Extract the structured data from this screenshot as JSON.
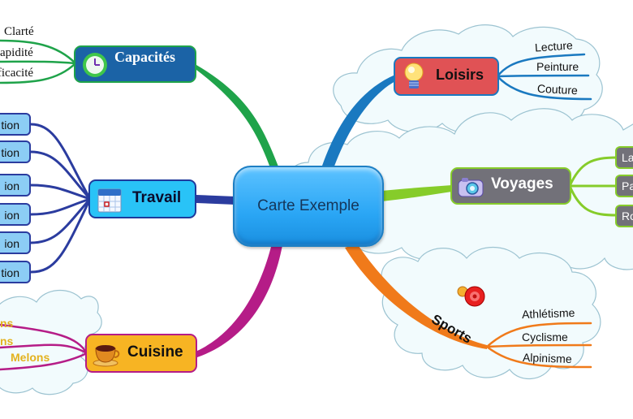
{
  "central": {
    "label": "Carte Exemple"
  },
  "branches": {
    "capacites": {
      "label": "Capacités",
      "icon": "clock-icon",
      "color": "#1fa34a",
      "children": [
        "Clarté",
        "Rapidité",
        "Efficacité"
      ]
    },
    "travail": {
      "label": "Travail",
      "icon": "calendar-icon",
      "color": "#2b3c9f",
      "children": [
        "tion",
        "tion",
        "ion",
        "ion",
        "ion",
        "tion"
      ]
    },
    "cuisine": {
      "label": "Cuisine",
      "icon": "coffee-cup-icon",
      "color": "#b51c87",
      "children": [
        "ns",
        "ns",
        "Melons"
      ]
    },
    "loisirs": {
      "label": "Loisirs",
      "icon": "lightbulb-icon",
      "color": "#1a79c0",
      "children": [
        "Lecture",
        "Peinture",
        "Couture"
      ]
    },
    "voyages": {
      "label": "Voyages",
      "icon": "camera-icon",
      "color": "#86cc2a",
      "children": [
        "La",
        "Pa",
        "Ro"
      ]
    },
    "sports": {
      "label": "Sports",
      "icon": "bell-icon",
      "color": "#f07a1a",
      "children": [
        "Athlétisme",
        "Cyclisme",
        "Alpinisme"
      ]
    }
  }
}
